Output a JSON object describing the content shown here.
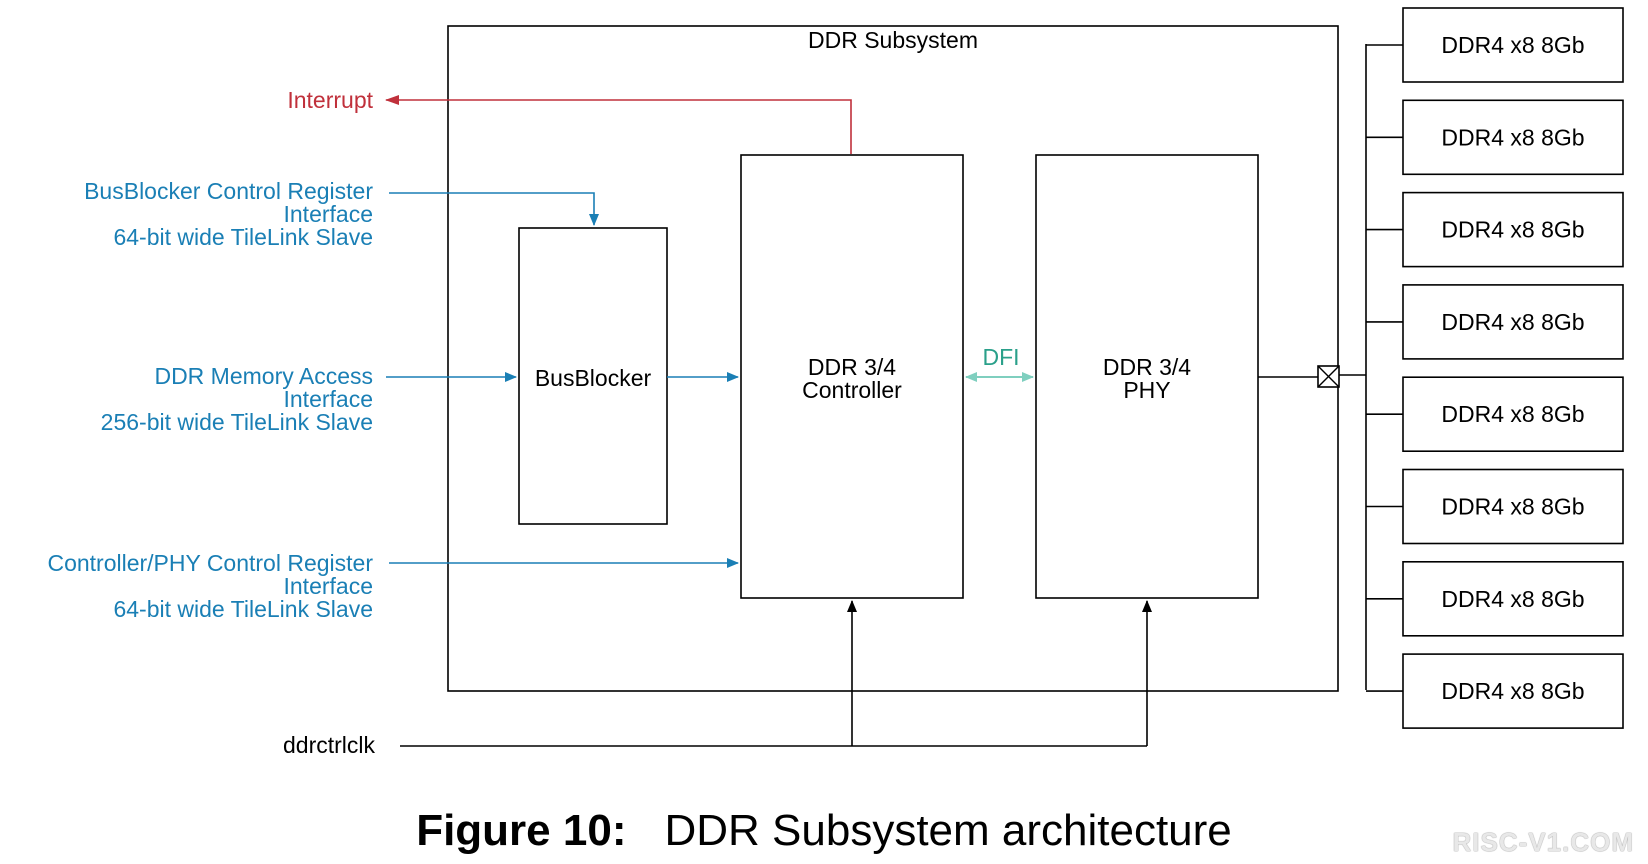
{
  "subsystem": {
    "title": "DDR Subsystem"
  },
  "blocks": {
    "busblocker": {
      "label": "BusBlocker"
    },
    "controller": {
      "line1": "DDR 3/4",
      "line2": "Controller"
    },
    "phy": {
      "line1": "DDR 3/4",
      "line2": "PHY"
    }
  },
  "dfi": {
    "label": "DFI"
  },
  "signals": {
    "interrupt": {
      "label": "Interrupt"
    },
    "busblocker_ctrl": {
      "line1": "BusBlocker Control Register",
      "line2": "Interface",
      "line3": "64-bit wide TileLink Slave"
    },
    "mem_access": {
      "line1": "DDR Memory Access",
      "line2": "Interface",
      "line3": "256-bit wide TileLink Slave"
    },
    "ctrl_phy": {
      "line1": "Controller/PHY Control Register",
      "line2": "Interface",
      "line3": "64-bit wide TileLink Slave"
    },
    "clock": {
      "label": "ddrctrlclk"
    }
  },
  "memory": {
    "chips": [
      "DDR4 x8 8Gb",
      "DDR4 x8 8Gb",
      "DDR4 x8 8Gb",
      "DDR4 x8 8Gb",
      "DDR4 x8 8Gb",
      "DDR4 x8 8Gb",
      "DDR4 x8 8Gb",
      "DDR4 x8 8Gb"
    ]
  },
  "caption": {
    "number": "Figure 10:",
    "text": "DDR Subsystem architecture"
  },
  "watermark": {
    "text": "RISC-V1.COM"
  },
  "colors": {
    "interrupt": "#c0303b",
    "bus": "#1a7fb5",
    "dfi": "#2aa08a",
    "line": "#000000"
  }
}
